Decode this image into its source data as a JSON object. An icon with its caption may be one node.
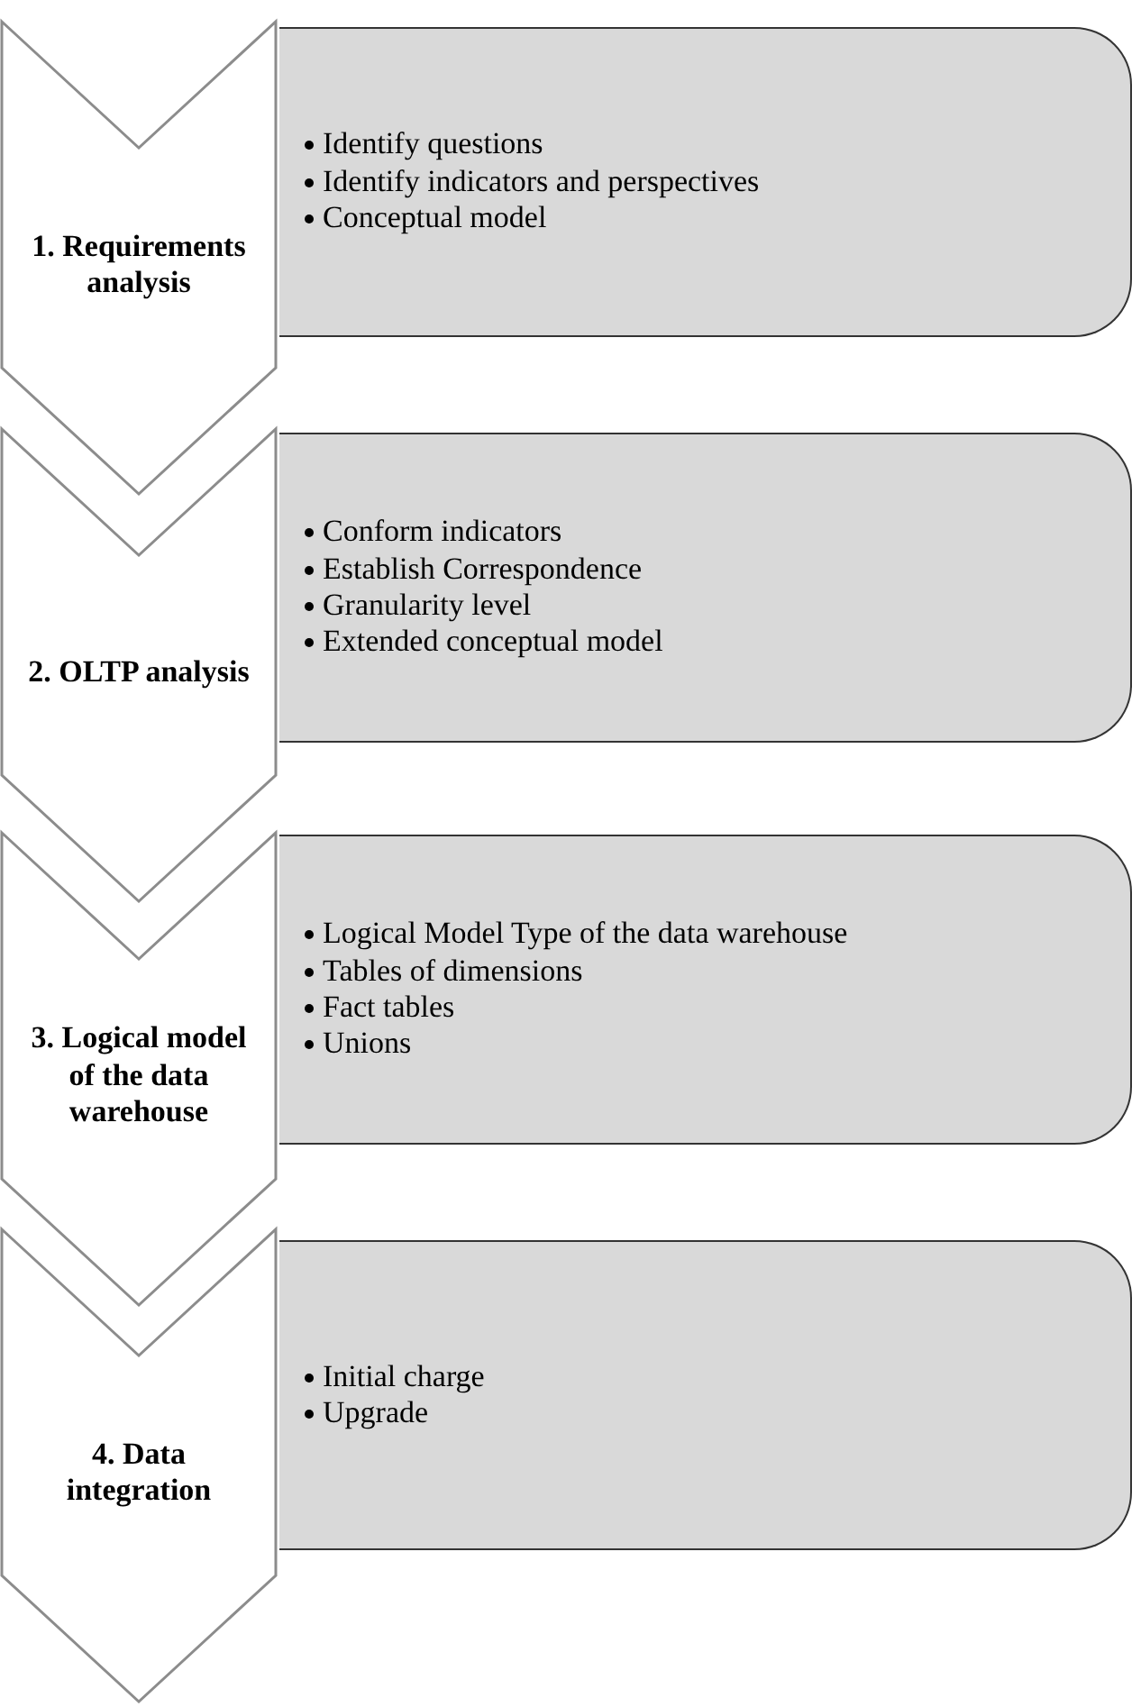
{
  "diagram": {
    "nodes": [
      {
        "text": [
          "1. Requirements analysis"
        ]
      },
      {
        "text": [
          "Identify questions",
          "Identify indicators and perspectives",
          "Conceptual model"
        ]
      },
      {
        "text": [
          "2. OLTP analysis"
        ]
      },
      {
        "text": [
          "Conform indicators",
          "Establish Correspondence",
          "Granularity level",
          "Extended conceptual model"
        ]
      },
      {
        "text": [
          "3. Logical model of the data warehouse"
        ]
      },
      {
        "text": [
          "Logical Model Type of the data warehouse",
          "Tables of dimensions",
          "Fact tables",
          "Unions"
        ]
      },
      {
        "text": [
          "4. Data integration"
        ]
      },
      {
        "text": [
          "Initial charge",
          "Upgrade"
        ]
      }
    ]
  }
}
